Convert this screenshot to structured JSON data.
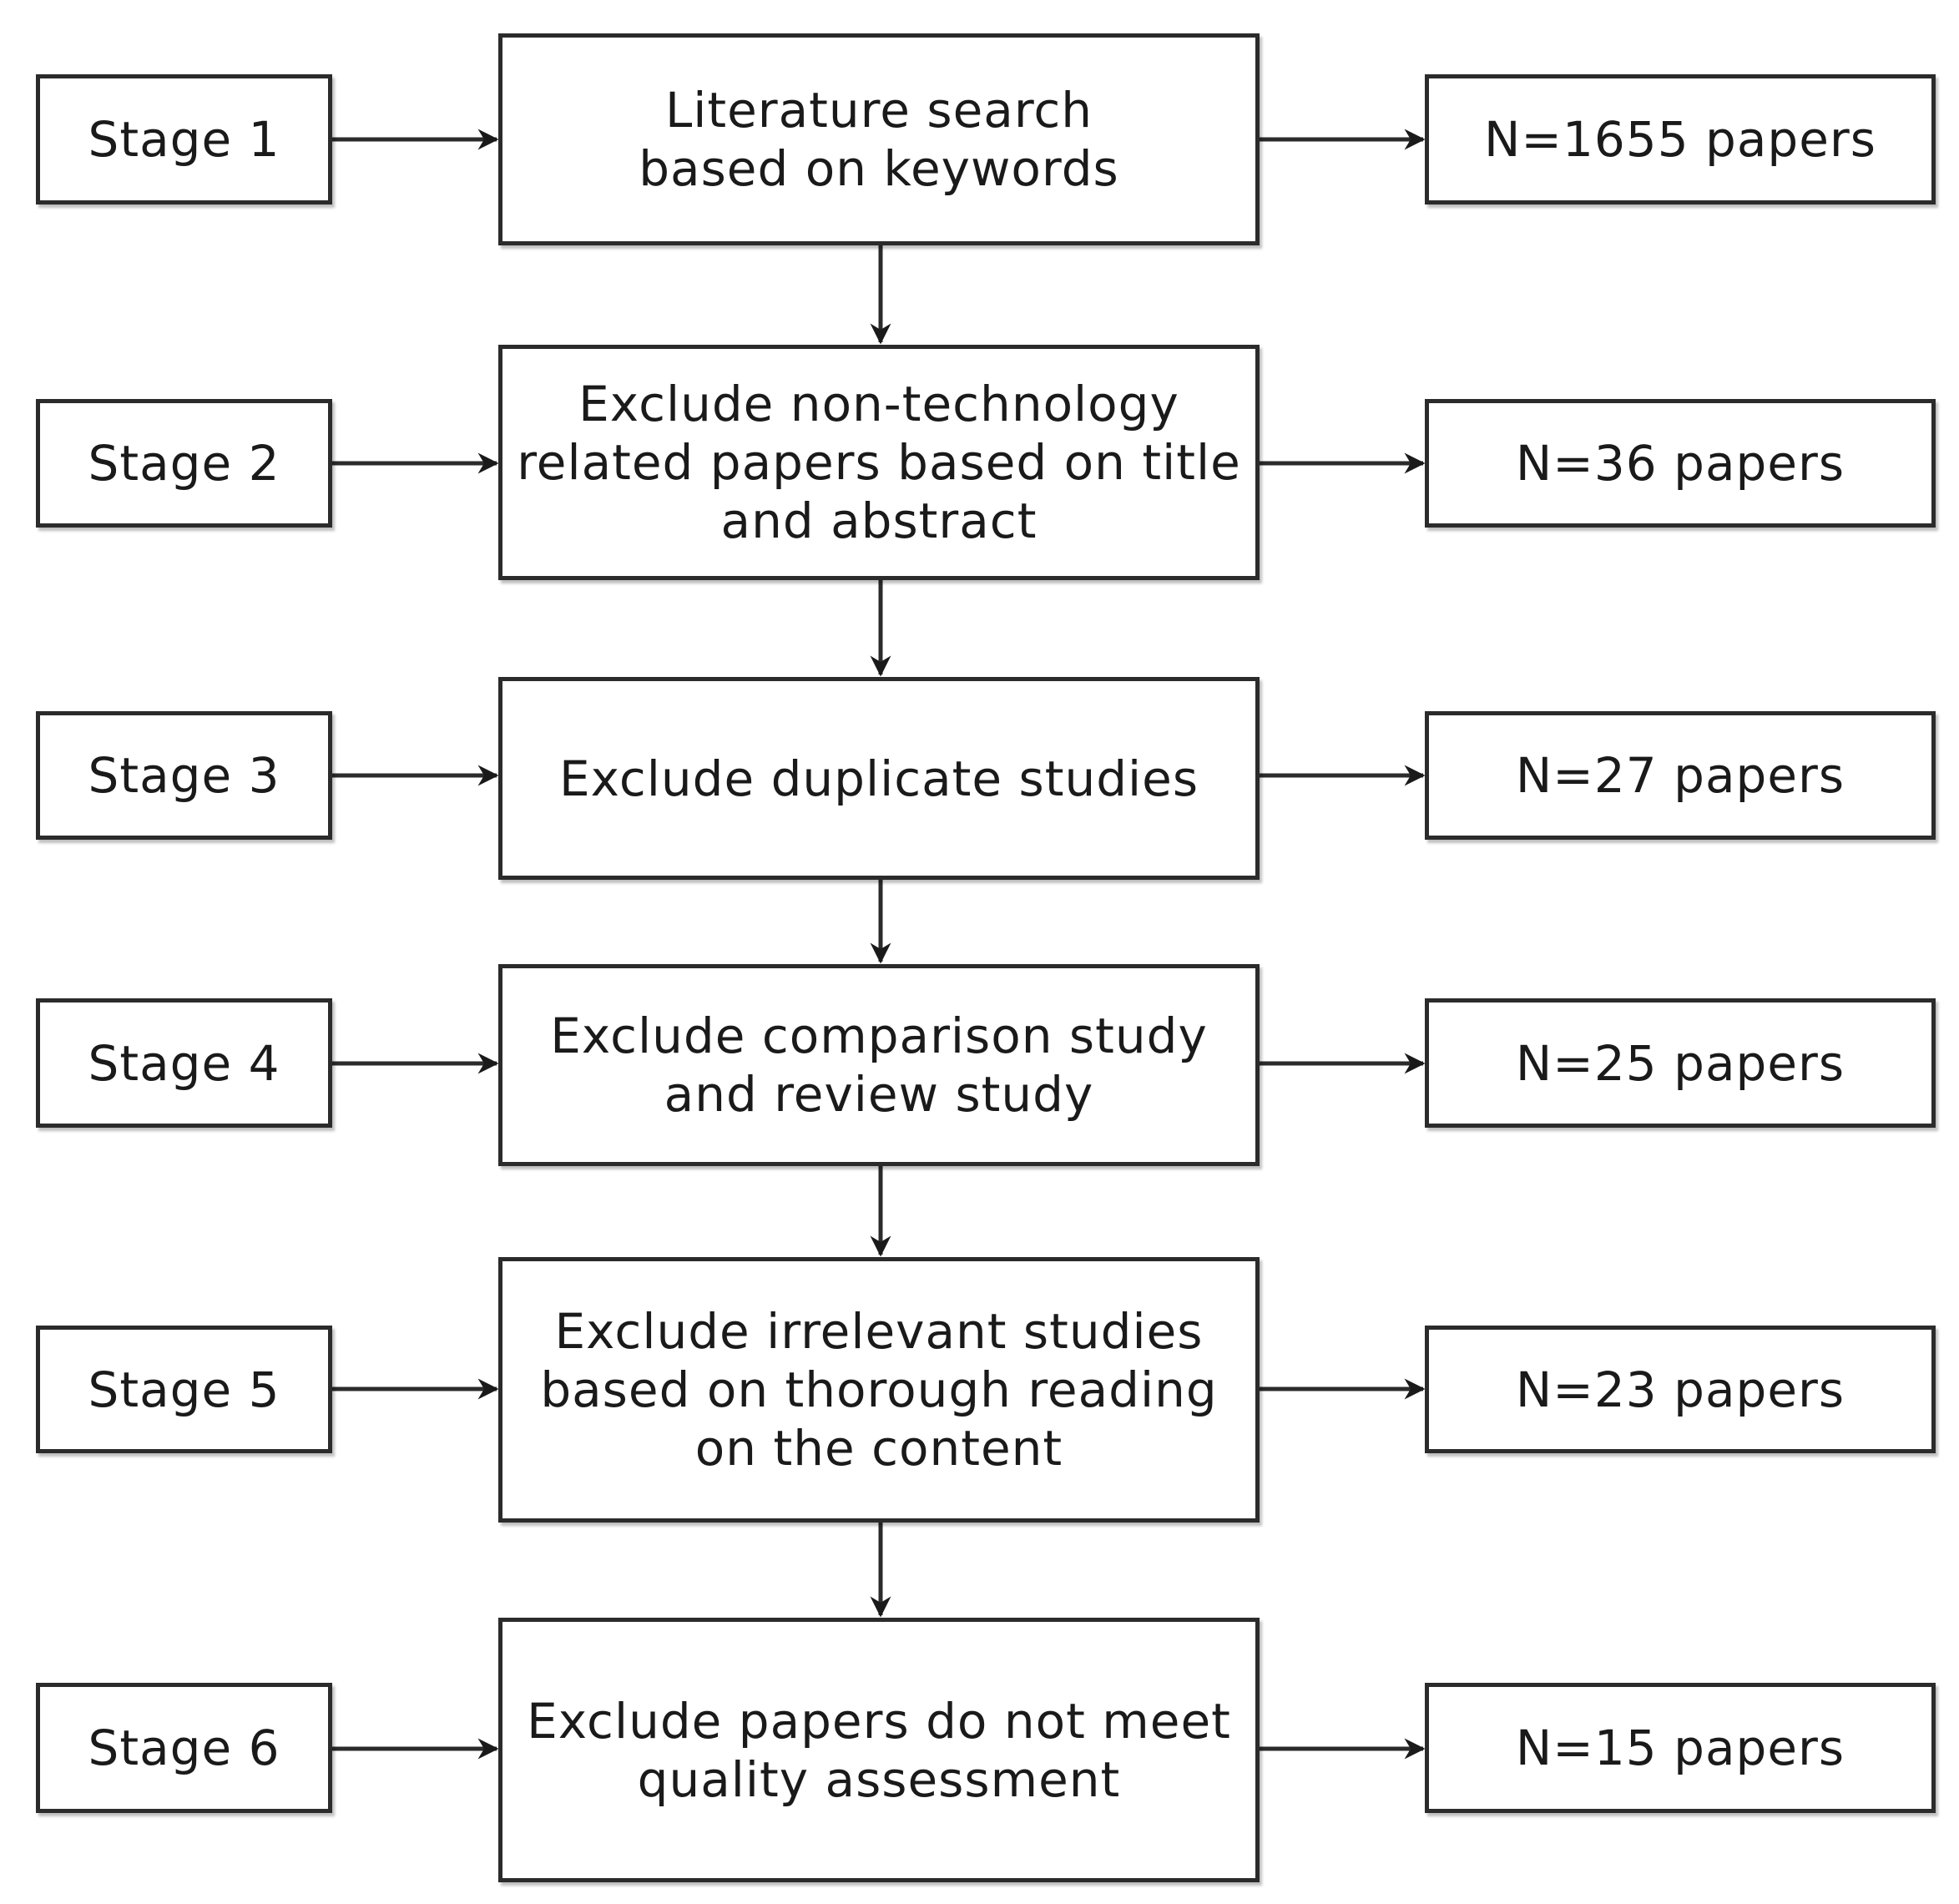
{
  "stages": [
    {
      "label": "Stage 1",
      "step": "Literature search\nbased on keywords",
      "count": "N=1655 papers"
    },
    {
      "label": "Stage 2",
      "step": "Exclude non-technology\nrelated papers based on title\nand abstract",
      "count": "N=36 papers"
    },
    {
      "label": "Stage 3",
      "step": "Exclude duplicate studies",
      "count": "N=27 papers"
    },
    {
      "label": "Stage 4",
      "step": "Exclude comparison study\nand review study",
      "count": "N=25 papers"
    },
    {
      "label": "Stage 5",
      "step": "Exclude irrelevant studies\nbased on thorough reading\non the content",
      "count": "N=23 papers"
    },
    {
      "label": "Stage 6",
      "step": "Exclude papers do not meet\nquality assessment",
      "count": "N=15 papers"
    }
  ]
}
